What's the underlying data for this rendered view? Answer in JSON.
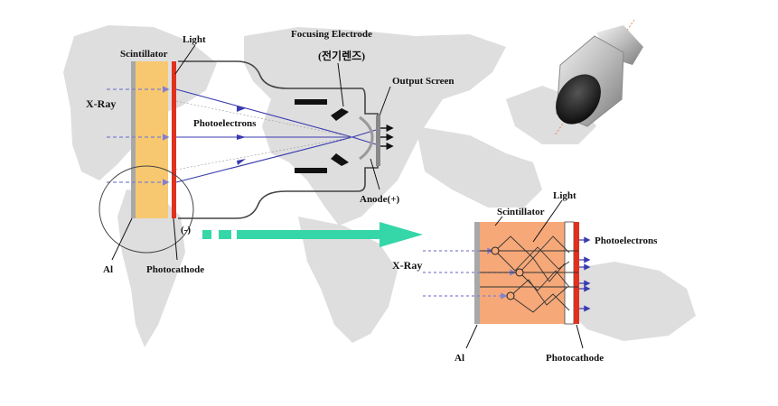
{
  "main_diagram": {
    "labels": {
      "light": "Light",
      "scintillator": "Scintillator",
      "focusing_electrode": "Focusing Electrode",
      "focusing_electrode_korean": "(전기렌즈)",
      "output_screen": "Output Screen",
      "xray": "X-Ray",
      "photoelectrons": "Photoelectrons",
      "anode": "Anode(+)",
      "cathode_sign": "(-)",
      "al": "Al",
      "photocathode": "Photocathode"
    }
  },
  "detail_diagram": {
    "labels": {
      "light": "Light",
      "scintillator": "Scintillator",
      "photoelectrons": "Photoelectrons",
      "xray": "X-Ray",
      "al": "Al",
      "photocathode": "Photocathode"
    }
  },
  "colors": {
    "scintillator": "#f7c870",
    "detail_scintillator": "#f6a878",
    "photocathode": "#e0301e",
    "electron_path": "#3a3ab0",
    "aluminum": "#a8a8a8",
    "tube_outline": "#444444",
    "arrow": "#35d6a8",
    "map": "#dedede"
  },
  "icons": {
    "camera": "camera-lens-icon"
  }
}
